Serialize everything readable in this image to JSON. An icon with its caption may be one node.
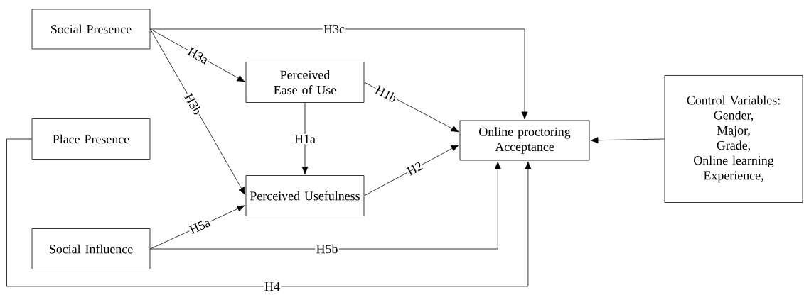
{
  "diagram": {
    "nodes": [
      {
        "text": [
          "Social Presence"
        ]
      },
      {
        "text": [
          "Place Presence"
        ]
      },
      {
        "text": [
          "Social Influence"
        ]
      },
      {
        "text": [
          "Perceived Ease of Use"
        ]
      },
      {
        "text": [
          "Perceived Usefulness"
        ]
      },
      {
        "text": [
          "Online proctoring Acceptance"
        ]
      },
      {
        "text": [
          "Control Variables:",
          "Gender,",
          "Major,",
          "Grade,",
          "Online learning Experience,"
        ]
      }
    ],
    "edges": [
      {
        "from": 0,
        "to": 3,
        "arrow": "to",
        "label": "H3a"
      },
      {
        "from": 0,
        "to": 4,
        "arrow": "to",
        "label": "H3b"
      },
      {
        "from": 0,
        "to": 5,
        "arrow": "to",
        "label": "H3c"
      },
      {
        "from": 3,
        "to": 4,
        "arrow": "to",
        "label": "H1a"
      },
      {
        "from": 3,
        "to": 5,
        "arrow": "to",
        "label": "H1b"
      },
      {
        "from": 4,
        "to": 5,
        "arrow": "to",
        "label": "H2"
      },
      {
        "from": 2,
        "to": 4,
        "arrow": "to",
        "label": "H5a"
      },
      {
        "from": 2,
        "to": 5,
        "arrow": "to",
        "label": "H5b"
      },
      {
        "from": 1,
        "to": 5,
        "arrow": "to",
        "label": "H4"
      },
      {
        "from": 6,
        "to": 5,
        "arrow": "to"
      }
    ]
  }
}
